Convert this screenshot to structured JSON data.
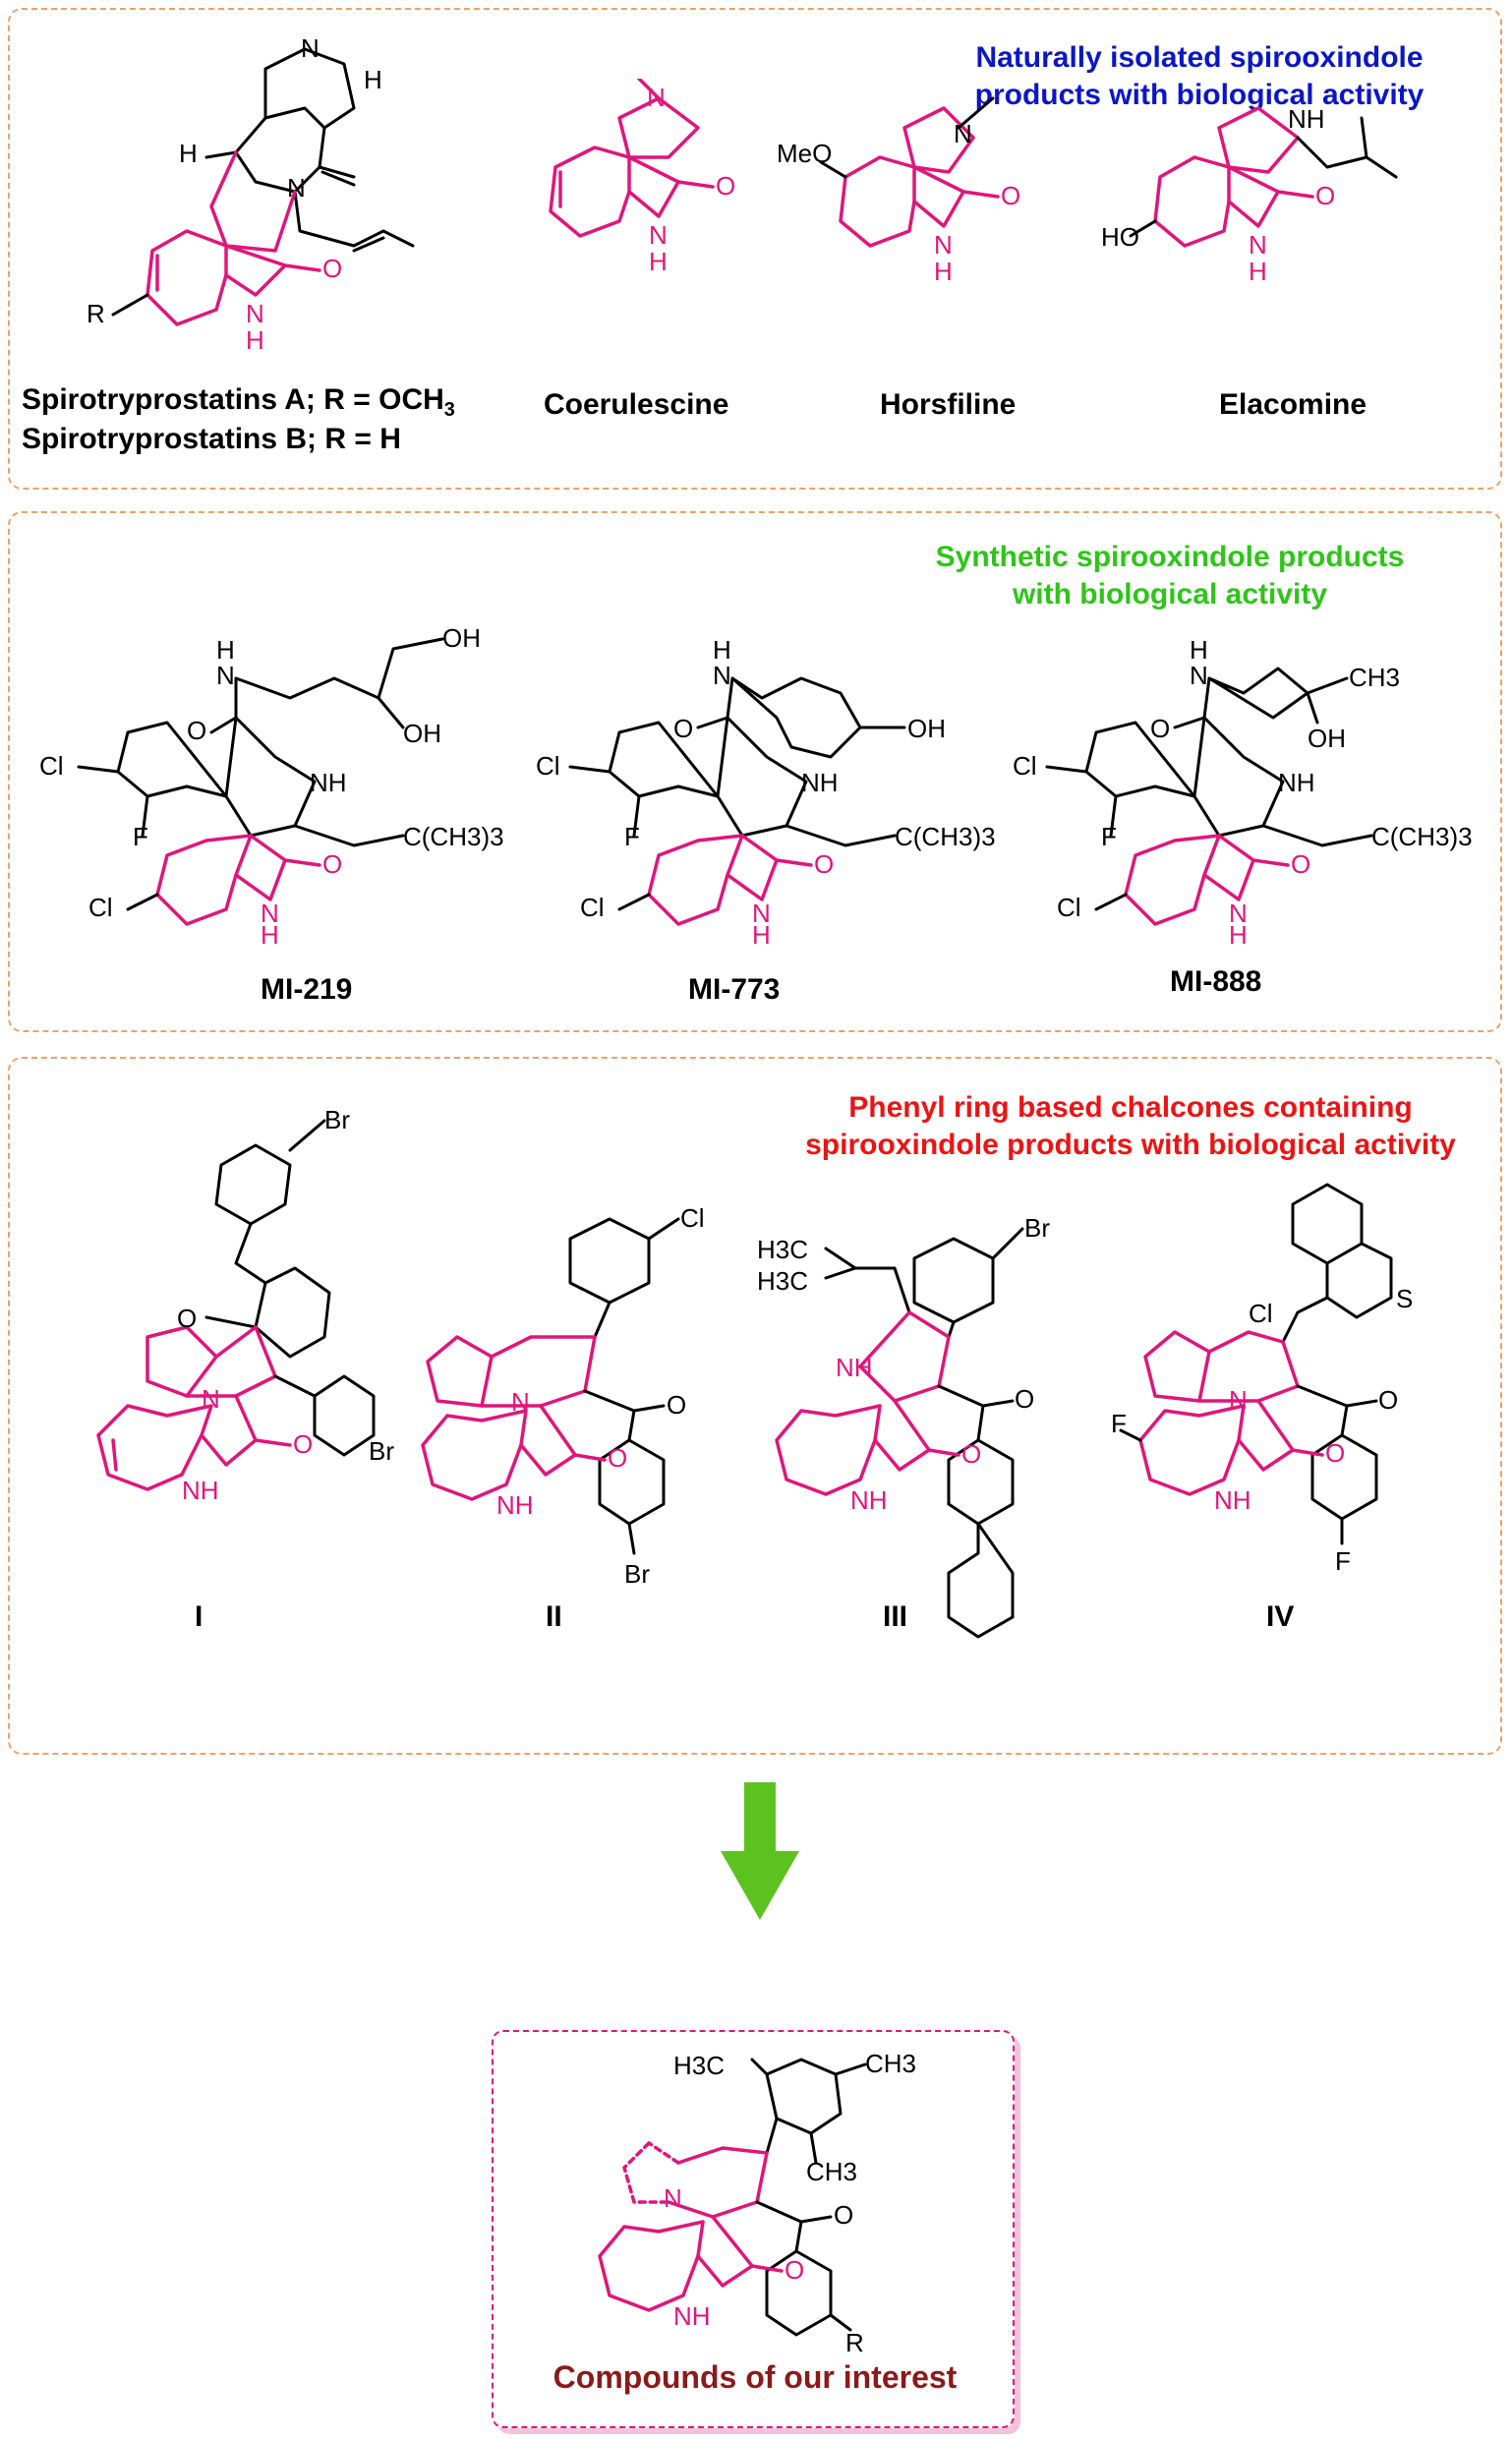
{
  "sections": {
    "natural": {
      "heading_line1": "Naturally isolated spirooxindole",
      "heading_line2": "products with biological activity",
      "heading_color": "#0b16c8",
      "labels": {
        "spirotryprostatin_a": "Spirotryprostatins A; R = OCH",
        "spirotryprostatin_a_sub": "3",
        "spirotryprostatin_b": "Spirotryprostatins B; R = H",
        "coerulescine": "Coerulescine",
        "horsfiline": "Horsfiline",
        "elacomine": "Elacomine"
      }
    },
    "synthetic": {
      "heading_line1": "Synthetic spirooxindole products",
      "heading_line2": "with biological activity",
      "heading_color": "#2fc41a",
      "labels": {
        "mi219": "MI-219",
        "mi773": "MI-773",
        "mi888": "MI-888"
      }
    },
    "chalcone": {
      "heading_line1": "Phenyl ring based chalcones containing",
      "heading_line2": "spirooxindole products with biological activity",
      "heading_color": "#ee1313",
      "labels": {
        "i": "I",
        "ii": "II",
        "iii": "III",
        "iv": "IV"
      }
    }
  },
  "atoms": {
    "N": "N",
    "H": "H",
    "NH": "NH",
    "O": "O",
    "R": "R",
    "MeO": "MeO",
    "HO": "HO",
    "OH": "OH",
    "Cl": "Cl",
    "F": "F",
    "Br": "Br",
    "S": "S",
    "CH3": "CH3",
    "H3C": "H3C",
    "CCH33": "C(CH3)3"
  },
  "final": {
    "caption": "Compounds of our interest",
    "caption_color": "#8b1a1a"
  },
  "colors": {
    "highlight": "#e0157c",
    "panel_border": "#f0a068",
    "arrow": "#5cc21f"
  }
}
